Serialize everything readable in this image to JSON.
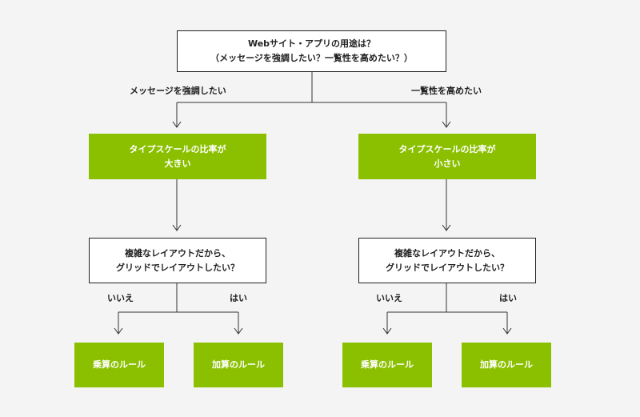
{
  "root": {
    "line1": "Webサイト・アプリの用途は？",
    "line2": "（メッセージを強調したい？一覧性を高めたい？）"
  },
  "edges": {
    "left": "メッセージを強調したい",
    "right": "一覧性を高めたい"
  },
  "ratio_left": {
    "line1": "タイプスケールの比率が",
    "line2": "大きい"
  },
  "ratio_right": {
    "line1": "タイプスケールの比率が",
    "line2": "小さい"
  },
  "grid_question": {
    "line1": "複雑なレイアウトだから、",
    "line2": "グリッドでレイアウトしたい？"
  },
  "answers": {
    "no": "いいえ",
    "yes": "はい"
  },
  "rules": {
    "multiply": "乗算のルール",
    "add": "加算のルール"
  },
  "colors": {
    "green": "#8bc000",
    "background": "#f4f4f4",
    "line": "#333333"
  }
}
